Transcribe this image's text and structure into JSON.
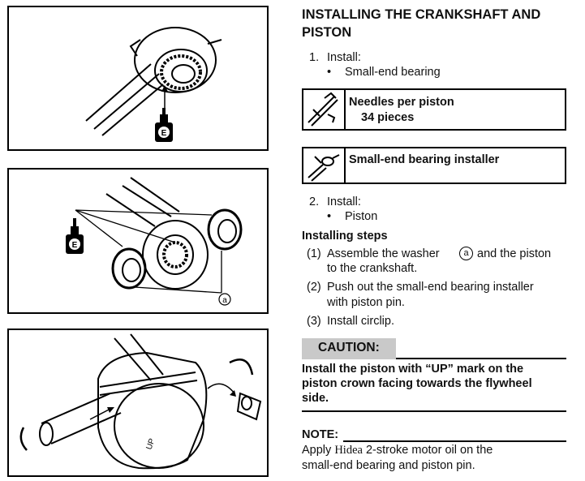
{
  "heading": "INSTALLING THE CRANKSHAFT AND PISTON",
  "step1": {
    "number": "1.",
    "label": "Install:",
    "bullet": "•",
    "item": "Small-end bearing"
  },
  "spec1": {
    "icon": "caliper-icon",
    "line1": "Needles per piston",
    "line2": "34 pieces"
  },
  "spec2": {
    "icon": "special-tool-icon",
    "line1": "Small-end bearing installer"
  },
  "step2": {
    "number": "2.",
    "label": "Install:",
    "bullet": "•",
    "item": "Piston"
  },
  "installing_steps": {
    "title": "Installing steps",
    "steps": [
      {
        "num": "(1)",
        "text_a": "Assemble the washer",
        "marker": "a",
        "text_b": "and the piston",
        "text_c": "to the crankshaft."
      },
      {
        "num": "(2)",
        "text_a": "Push out the small-end bearing installer",
        "text_b": "with piston pin."
      },
      {
        "num": "(3)",
        "text_a": "Install circlip."
      }
    ]
  },
  "caution": {
    "label": "CAUTION:",
    "lines": [
      "Install the piston with “UP” mark on the",
      "piston crown facing towards the flywheel",
      "side."
    ]
  },
  "note": {
    "label": "NOTE:",
    "line1_a": "Apply",
    "brand": "Hidea",
    "line1_b": "2-stroke motor oil on the",
    "line2": "small-end bearing and piston pin."
  },
  "figures": {
    "oil_mark": "E",
    "callout": "a",
    "piston_mark": "UP"
  }
}
